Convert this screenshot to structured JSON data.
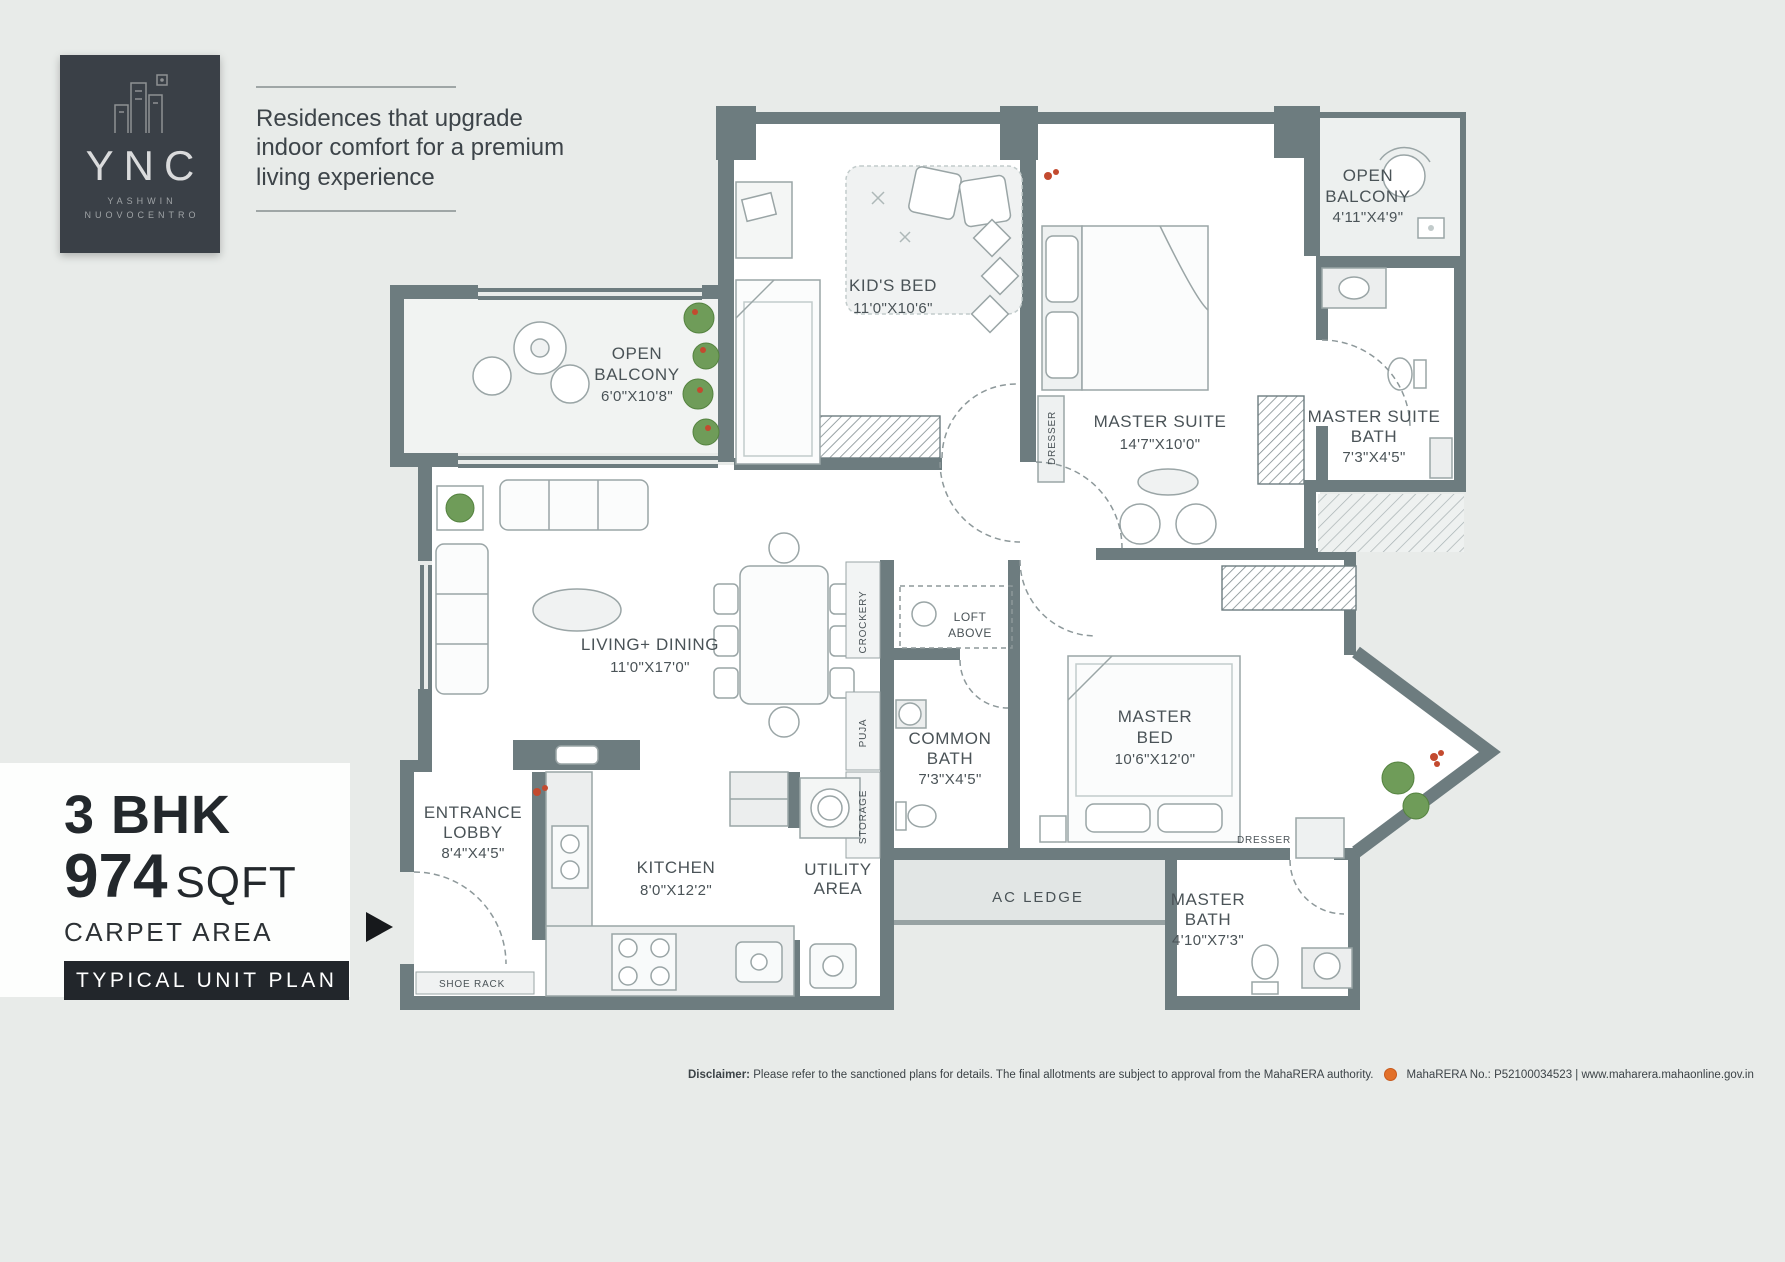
{
  "brand": {
    "logo_acronym": "YNC",
    "logo_sub_line1": "YASHWIN",
    "logo_sub_line2": "NUOVOCENTRO",
    "tagline": "Residences that upgrade indoor comfort for a premium living experience"
  },
  "unit": {
    "bhk": "3 BHK",
    "area_value": "974",
    "area_unit": "SQFT",
    "area_type": "CARPET AREA",
    "badge": "TYPICAL UNIT PLAN"
  },
  "plan": {
    "kids_bed": {
      "name": "KID'S BED",
      "dims": "11'0\"X10'6\""
    },
    "open_balcony_top": {
      "name1": "OPEN",
      "name2": "BALCONY",
      "dims": "4'11\"X4'9\""
    },
    "open_balcony_left": {
      "name1": "OPEN",
      "name2": "BALCONY",
      "dims": "6'0\"X10'8\""
    },
    "master_suite": {
      "name": "MASTER SUITE",
      "dims": "14'7\"X10'0\""
    },
    "master_suite_bath": {
      "name1": "MASTER  SUITE",
      "name2": "BATH",
      "dims": "7'3\"X4'5\""
    },
    "living_dining": {
      "name": "LIVING+ DINING",
      "dims": "11'0\"X17'0\""
    },
    "loft": {
      "line1": "LOFT",
      "line2": "ABOVE"
    },
    "common_bath": {
      "name1": "COMMON",
      "name2": "BATH",
      "dims": "7'3\"X4'5\""
    },
    "master_bed": {
      "name1": "MASTER",
      "name2": "BED",
      "dims": "10'6\"X12'0\""
    },
    "entrance_lobby": {
      "name1": "ENTRANCE",
      "name2": "LOBBY",
      "dims": "8'4\"X4'5\""
    },
    "kitchen": {
      "name": "KITCHEN",
      "dims": "8'0\"X12'2\""
    },
    "utility": {
      "name1": "UTILITY",
      "name2": "AREA"
    },
    "master_bath": {
      "name1": "MASTER",
      "name2": "BATH",
      "dims": "4'10\"X7'3\""
    },
    "ac_ledge": "AC LEDGE",
    "shoe_rack": "SHOE RACK",
    "dresser_suite": "DRESSER",
    "dresser_bed": "DRESSER",
    "crockery": "CROCKERY",
    "puja": "PUJA",
    "storage": "STORAGE"
  },
  "footer": {
    "disclaimer_label": "Disclaimer:",
    "disclaimer_text": "Please refer to the sanctioned plans for details. The final allotments are subject to approval from the MahaRERA authority.",
    "rera_text": "MahaRERA No.: P52100034523 | www.maharera.mahaonline.gov.in"
  },
  "colors": {
    "wall": "#6d7c7f",
    "accent_dark": "#22262b",
    "rera_icon": "#e2702a",
    "background": "#e8ebe9"
  }
}
